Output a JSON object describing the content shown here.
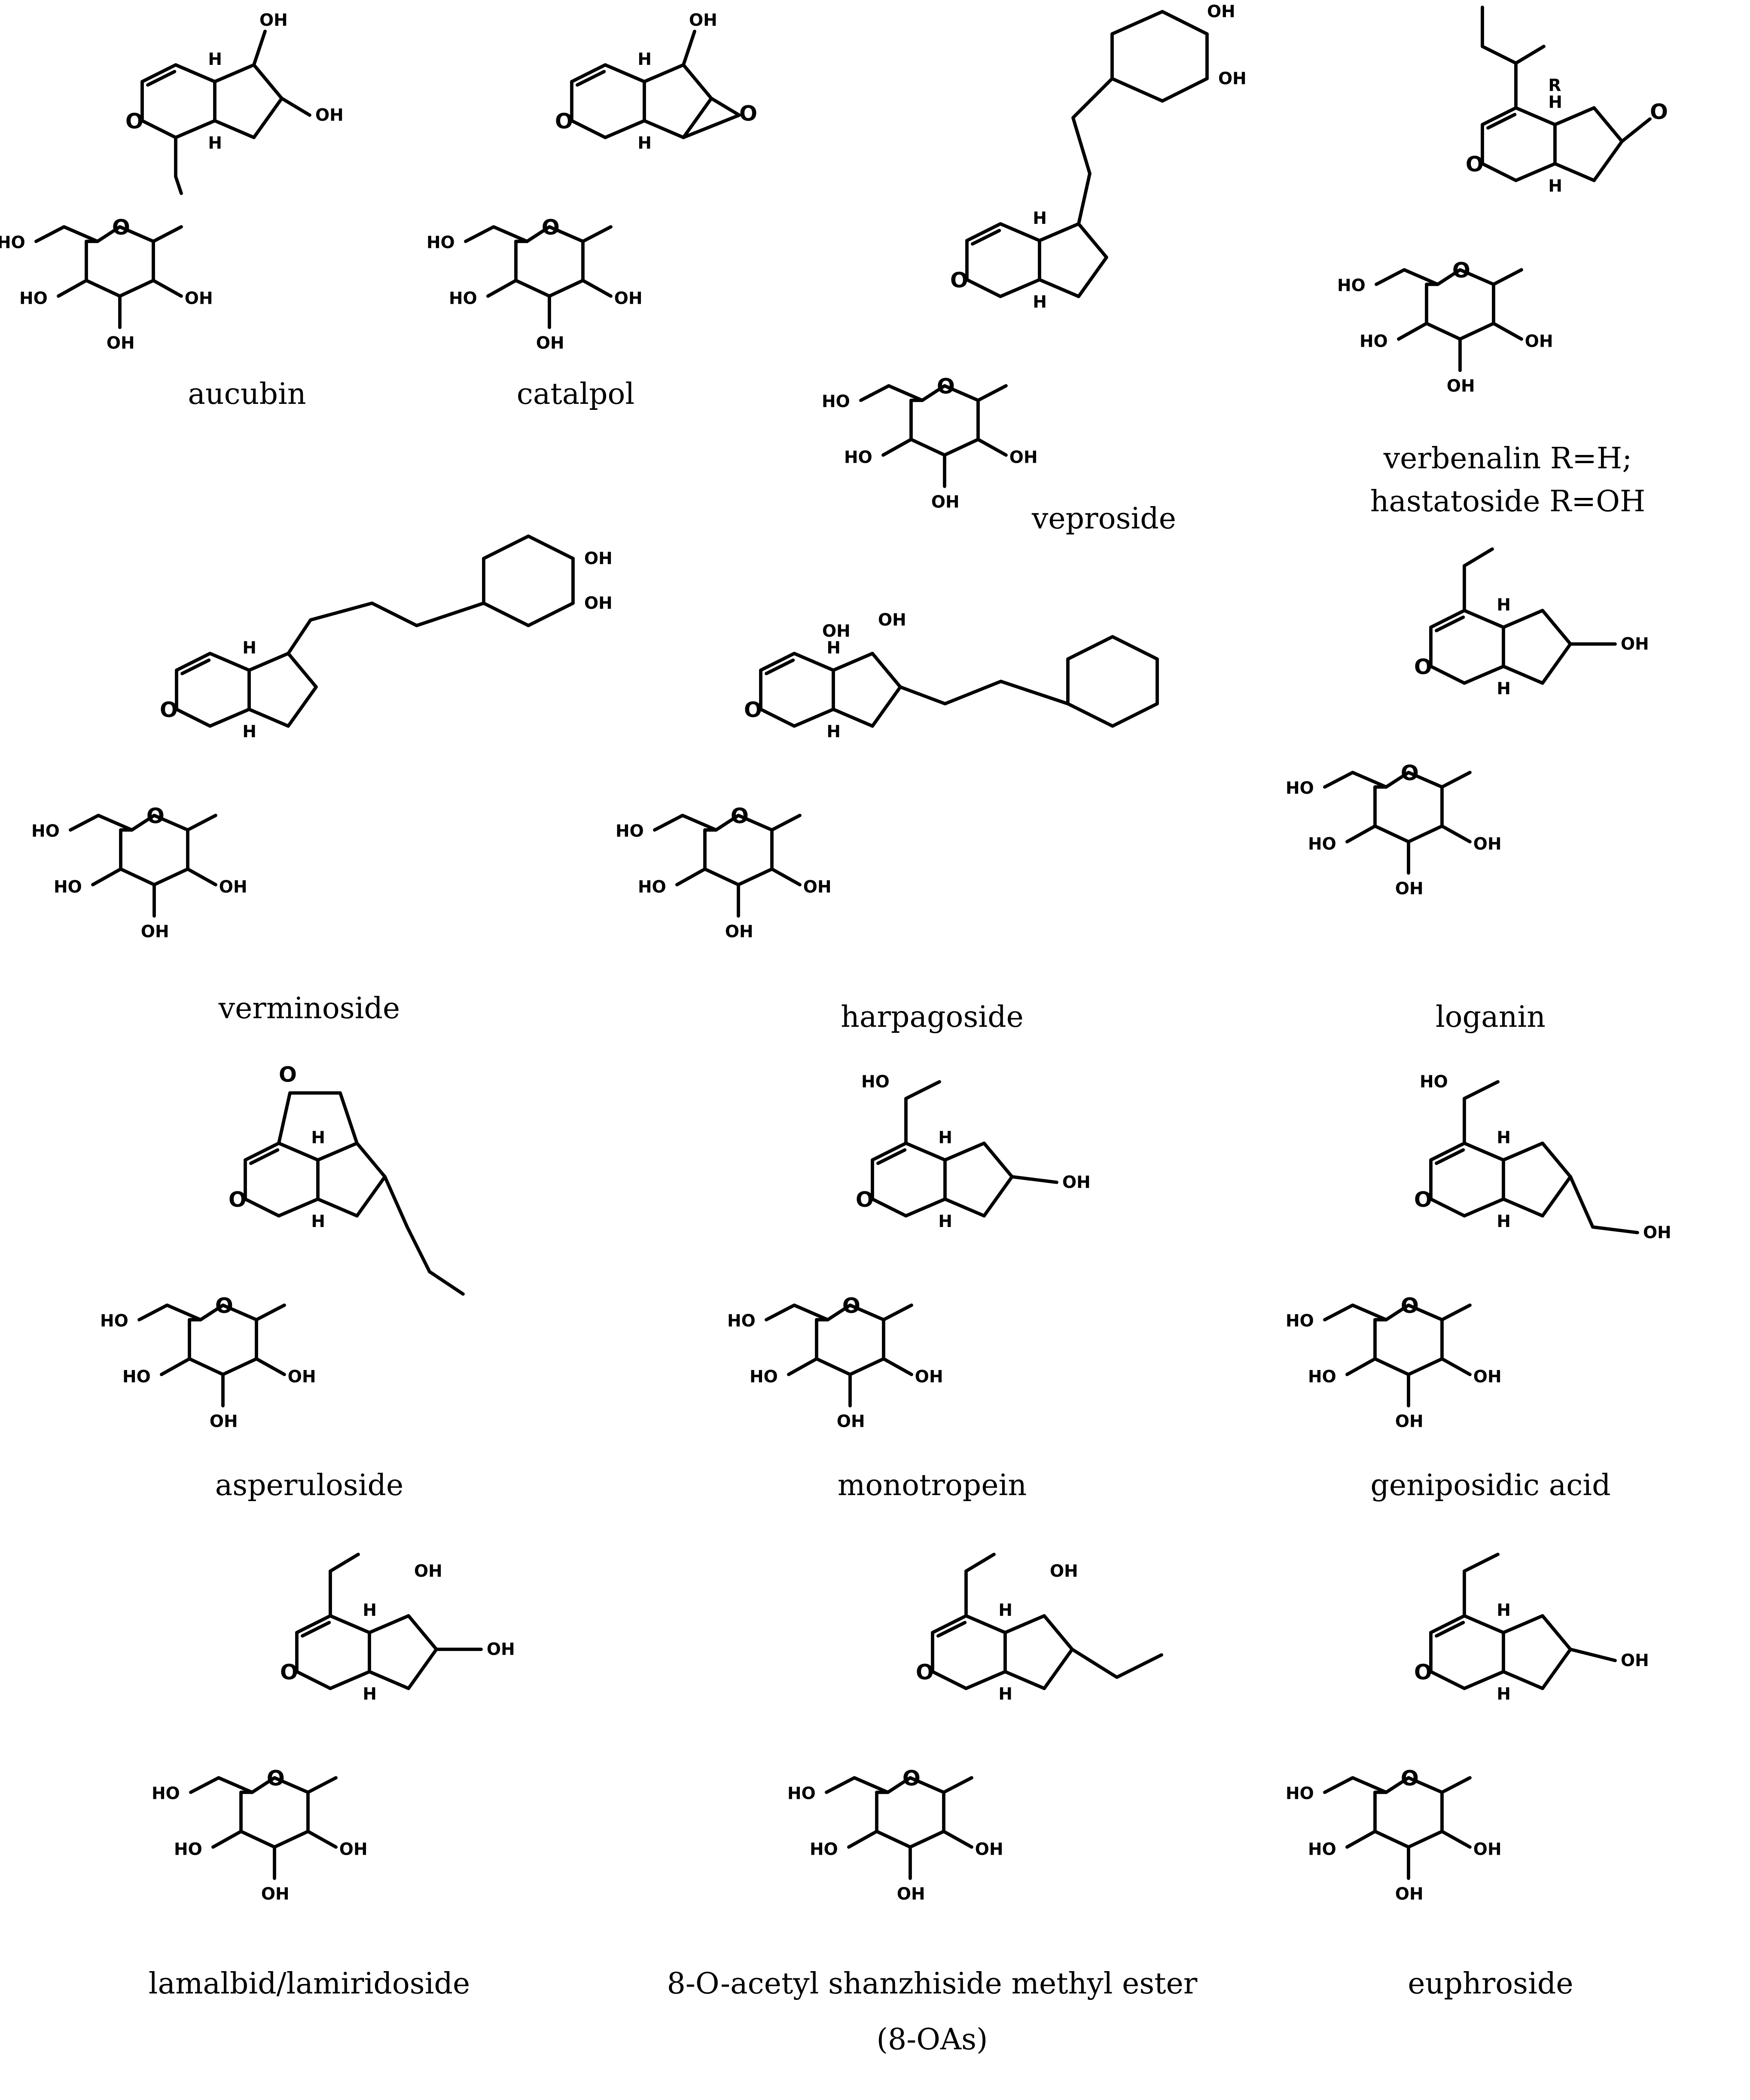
{
  "compounds": [
    {
      "key": "aucubin",
      "name": "aucubin"
    },
    {
      "key": "catalpol",
      "name": "catalpol"
    },
    {
      "key": "veproside",
      "name": "veproside"
    },
    {
      "key": "verbenalin",
      "name_line1": "verbenalin R=H;",
      "name_line2": "hastatoside R=OH"
    },
    {
      "key": "verminoside",
      "name": "verminoside"
    },
    {
      "key": "harpagoside",
      "name": "harpagoside"
    },
    {
      "key": "loganin",
      "name": "loganin"
    },
    {
      "key": "asperuloside",
      "name": "asperuloside"
    },
    {
      "key": "monotropein",
      "name": "monotropein"
    },
    {
      "key": "geniposidic",
      "name": "geniposidic acid"
    },
    {
      "key": "lamalbid",
      "name": "lamalbid/lamiridoside"
    },
    {
      "key": "oas",
      "name_line1": "8-O-acetyl shanzhiside methyl ester",
      "name_line2": "(8-OAs)"
    },
    {
      "key": "euphroside",
      "name": "euphroside"
    }
  ],
  "atoms": {
    "OH": "OH",
    "HO": "HO",
    "O": "O",
    "H": "H",
    "R": "R"
  }
}
